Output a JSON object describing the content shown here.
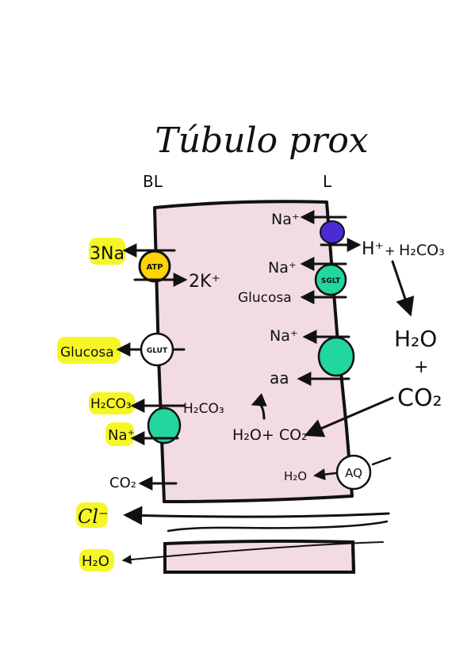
{
  "title": "Túbulo prox",
  "sides": {
    "basolateral": "BL",
    "luminal": "L"
  },
  "colors": {
    "cell": "#f2dbe2",
    "highlight": "#f5f51a",
    "atp": "#ffd400",
    "transporter_green": "#22d6a0",
    "nhe_purple": "#4b2bd6",
    "ink": "#111111"
  },
  "basolateral": {
    "na_out": "3Na⁺",
    "atp": "ATP",
    "k_in": "2K⁺",
    "glut": "GLUT",
    "glucose_out": "Glucosa",
    "h2co3_out": "H₂CO₃",
    "na_out2": "Na⁺",
    "co2_out": "CO₂"
  },
  "intracellular": {
    "h2co3": "H₂CO₃",
    "h2o_co2": "H₂O+ CO₂"
  },
  "luminal": {
    "na1": "Na⁺",
    "h_plus": "H⁺",
    "plus": "+",
    "h2co3": "H₂CO₃",
    "na2": "Na⁺",
    "sglt": "SGLT",
    "glucose": "Glucosa",
    "na3": "Na⁺",
    "aa": "aa",
    "h2o": "H₂O",
    "plus2": "+",
    "co2": "CO₂",
    "h2o_aq": "H₂O",
    "aq": "AQ"
  },
  "paracellular": {
    "cl": "Cl⁻",
    "h2o": "H₂O"
  }
}
